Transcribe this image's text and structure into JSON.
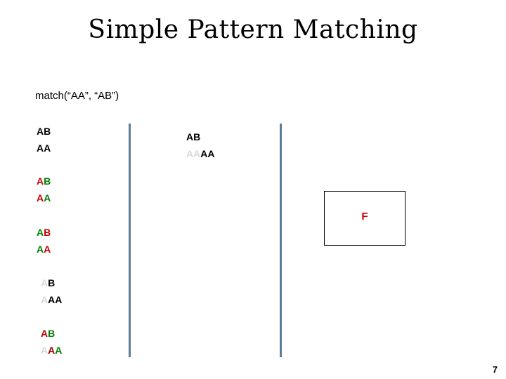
{
  "slide": {
    "title": "Simple Pattern Matching",
    "call_expression": "match(“AA”, “AB”)",
    "page_number": "7",
    "result_box": {
      "label": "F"
    },
    "colors": {
      "divider": "#5f7d95",
      "red": "#c00000",
      "green": "#008000",
      "faded": "#d9d9d9",
      "result": "#cc0000"
    },
    "rows": [
      {
        "name": "row-1-left",
        "line1": [
          {
            "text": "AB",
            "color": "black"
          }
        ],
        "line2": [
          {
            "text": "AA",
            "color": "black"
          }
        ]
      },
      {
        "name": "row-1-right",
        "line1": [
          {
            "text": "AB",
            "color": "black"
          }
        ],
        "line2": [
          {
            "text": "AA",
            "color": "faded"
          },
          {
            "text": "AA",
            "color": "black"
          }
        ]
      },
      {
        "name": "row-2",
        "line1": [
          {
            "text": "A",
            "color": "red"
          },
          {
            "text": "B",
            "color": "green"
          }
        ],
        "line2": [
          {
            "text": "A",
            "color": "red"
          },
          {
            "text": "A",
            "color": "green"
          }
        ]
      },
      {
        "name": "row-3",
        "line1": [
          {
            "text": "A",
            "color": "green"
          },
          {
            "text": "B",
            "color": "red"
          }
        ],
        "line2": [
          {
            "text": "A",
            "color": "green"
          },
          {
            "text": "A",
            "color": "red"
          }
        ]
      },
      {
        "name": "row-4",
        "line1": [
          {
            "text": "A",
            "color": "faded"
          },
          {
            "text": "B",
            "color": "black"
          }
        ],
        "line2": [
          {
            "text": "A",
            "color": "faded"
          },
          {
            "text": "AA",
            "color": "black"
          }
        ]
      },
      {
        "name": "row-5",
        "line1": [
          {
            "text": "A",
            "color": "red"
          },
          {
            "text": "B",
            "color": "green"
          }
        ],
        "line2": [
          {
            "text": "A",
            "color": "faded"
          },
          {
            "text": "A",
            "color": "dkred"
          },
          {
            "text": "A",
            "color": "green"
          }
        ]
      }
    ]
  }
}
